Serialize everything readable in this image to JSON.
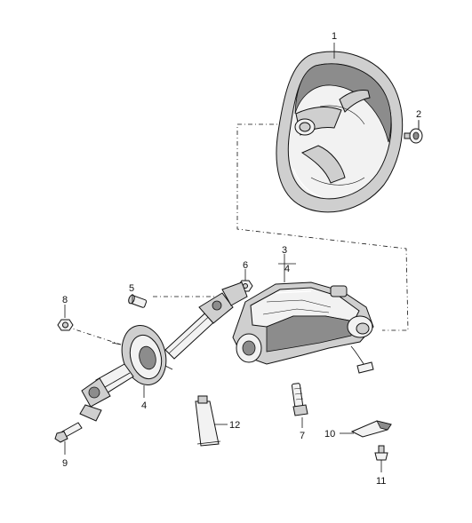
{
  "callouts": [
    "1",
    "2",
    "3",
    "4",
    "5",
    "6",
    "7",
    "8",
    "9",
    "10",
    "11",
    "12"
  ],
  "ink_color": "#111111",
  "background_color": "#ffffff"
}
